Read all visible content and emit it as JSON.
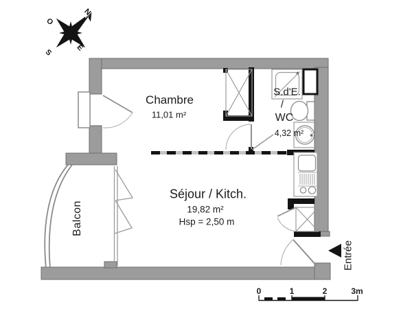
{
  "compass": {
    "north": "N",
    "west": "O",
    "south": "S",
    "east": "E"
  },
  "rooms": {
    "chambre": {
      "name": "Chambre",
      "area": "11,01 m²"
    },
    "sde_wc": {
      "line1": "S.d'E.",
      "line2": "/",
      "line3": "WC",
      "area": "4,32 m²"
    },
    "sejour": {
      "name": "Séjour / Kitch.",
      "area": "19,82 m²",
      "ceiling": "Hsp = 2,50 m"
    },
    "balcon": {
      "name": "Balcon"
    }
  },
  "entrance": {
    "label": "Entrée"
  },
  "scale_bar": {
    "labels": [
      "0",
      "1",
      "2",
      "3m"
    ]
  },
  "colors": {
    "wall_gray": "#9c9c9c",
    "wall_black": "#141414",
    "line_gray": "#999999",
    "background": "#ffffff"
  }
}
